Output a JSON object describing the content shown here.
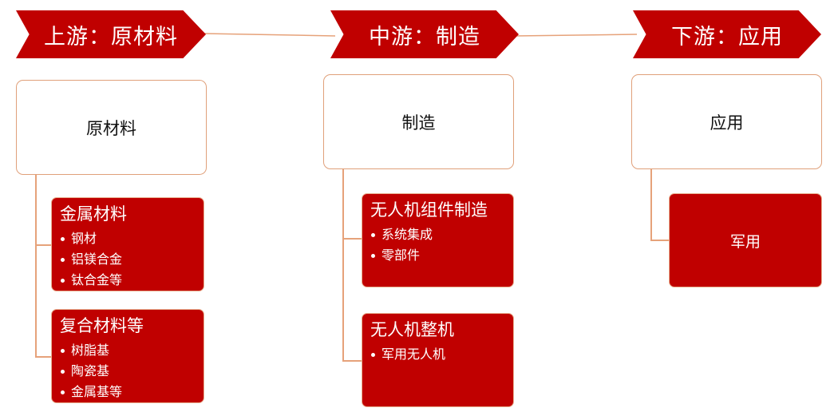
{
  "header": {
    "upstream": "上游：原材料",
    "midstream": "中游：制造",
    "downstream": "下游：应用"
  },
  "colors": {
    "accent": "#c00000",
    "border": "#e6a27a"
  },
  "columns": {
    "upstream": {
      "box_label": "原材料",
      "groups": [
        {
          "title": "金属材料",
          "items": [
            "钢材",
            "铝镁合金",
            "钛合金等"
          ]
        },
        {
          "title": "复合材料等",
          "items": [
            "树脂基",
            "陶瓷基",
            "金属基等"
          ]
        }
      ]
    },
    "midstream": {
      "box_label": "制造",
      "groups": [
        {
          "title": "无人机组件制造",
          "items": [
            "系统集成",
            "零部件"
          ]
        },
        {
          "title": "无人机整机",
          "items": [
            "军用无人机"
          ]
        }
      ]
    },
    "downstream": {
      "box_label": "应用",
      "groups": [
        {
          "title": "军用"
        }
      ]
    }
  }
}
